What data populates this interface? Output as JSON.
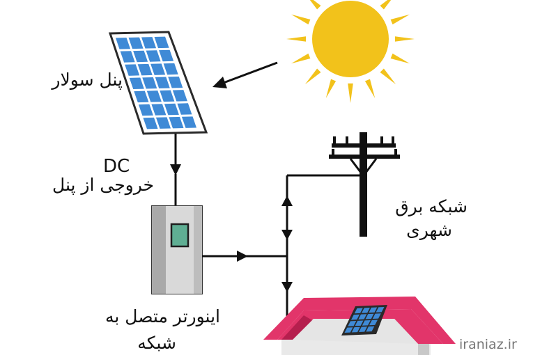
{
  "labels": {
    "solar_panel": "پنل سولار",
    "dc": "DC",
    "panel_output": "خروجی از پنل",
    "inverter_line1": "اینورتر متصل به",
    "inverter_line2": "شبکه",
    "grid_line1": "شبکه برق",
    "grid_line2": "شهری"
  },
  "watermark": "iraniaz.ir",
  "colors": {
    "sun": "#f2c21b",
    "panel_cell": "#3f8ad6",
    "panel_frame": "#2b2b2b",
    "inverter_body": "#d9d9d9",
    "inverter_screen": "#5fae93",
    "roof": "#e2356a",
    "house_wall": "#e9e9e9",
    "wire": "#111111"
  },
  "icons": {
    "sun": "sun-icon",
    "panel": "solar-panel-icon",
    "inverter": "inverter-icon",
    "pole": "utility-pole-icon",
    "house": "house-icon"
  }
}
